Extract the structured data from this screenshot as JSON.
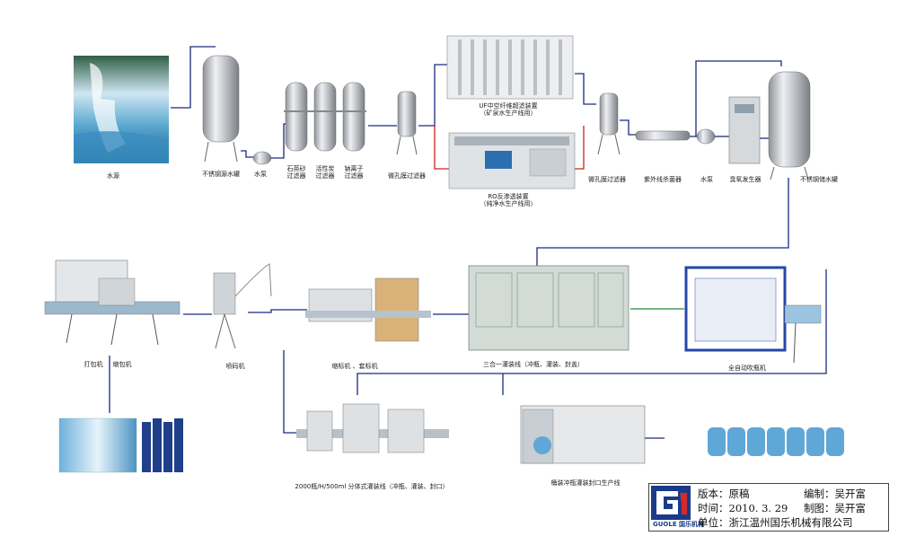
{
  "labels": {
    "water_source": "水源",
    "raw_tank": "不锈钢源水罐",
    "pump1": "水泵",
    "filter_quartz_line1": "石英砂",
    "filter_quartz_line2": "过滤器",
    "filter_carbon_line1": "活性炭",
    "filter_carbon_line2": "过滤器",
    "filter_ion_line1": "钠离子",
    "filter_ion_line2": "过滤器",
    "microfilter1": "微孔膜过滤器",
    "uf_line1": "UF中空纤维超滤装置",
    "uf_line2": "（矿泉水生产线用）",
    "ro_line1": "RO反渗透装置",
    "ro_line2": "（纯净水生产线用）",
    "microfilter2": "微孔膜过滤器",
    "uv": "紫外线杀菌器",
    "pump2": "水泵",
    "ozone": "臭氧发生器",
    "storage_tank": "不锈钢储水罐",
    "packer": "打包机",
    "shrink": "缩包机",
    "coder": "喷码机",
    "labeler": "缩标机 、套标机",
    "filler3in1": "三合一灌装线（冲瓶、灌装、封盖）",
    "blower": "全自动吹瓶机",
    "line2000": "2000瓶/H/500ml 分体式灌装线（冲瓶、灌装、封口）",
    "barrel_line": "桶装冲瓶灌装封口生产线"
  },
  "title_block": {
    "version_label": "版本：原稿",
    "compiler_label": "编制：吴开富",
    "time_label": "时间：2010. 3. 29",
    "drafter_label": "制图：吴开富",
    "unit_label": "单位：浙江温州国乐机械有限公司",
    "logo_text": "GUOLE 国乐机械"
  },
  "colors": {
    "line_navy": "#1a2a80",
    "line_red": "#c8241e",
    "line_green": "#1f8a3a",
    "steel": "#c9ccd0",
    "water": "#3f8fbf"
  }
}
